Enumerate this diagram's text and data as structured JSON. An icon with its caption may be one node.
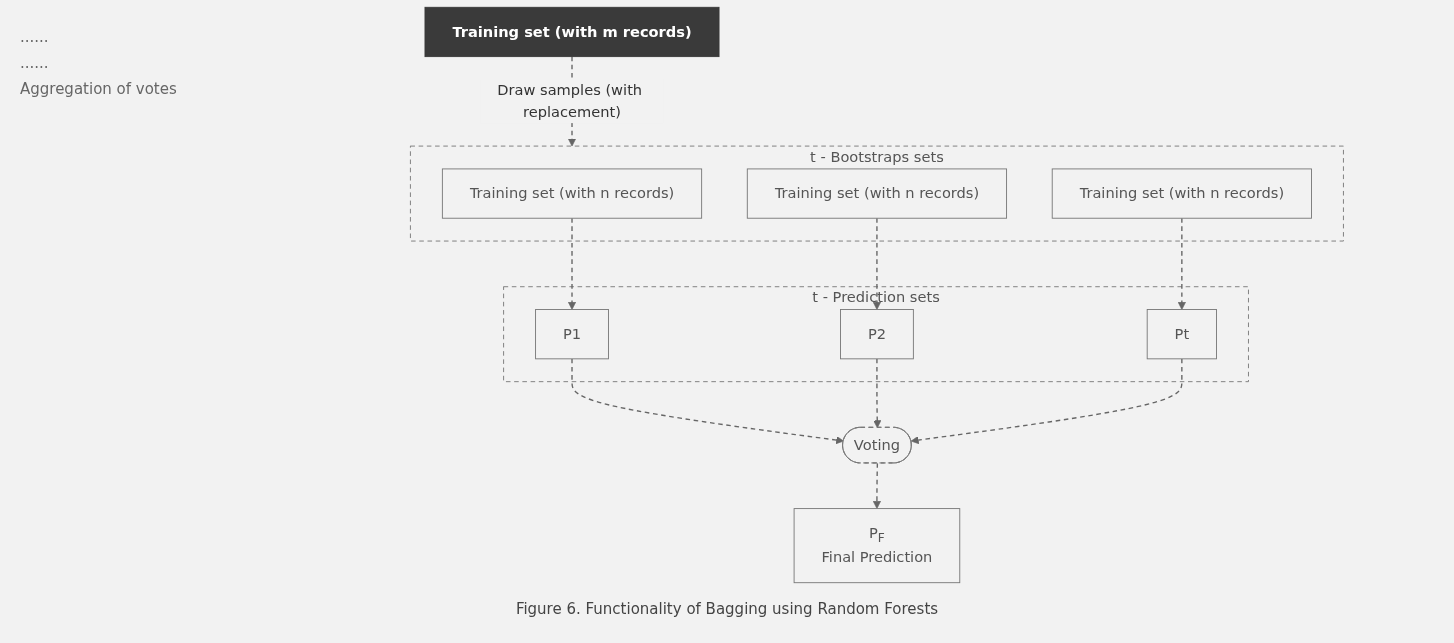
{
  "diagram": {
    "caption": "Figure 6. Functionality of Bagging using Random Forests",
    "nodes": [
      {
        "text": [
          "Training set (with m records)"
        ]
      },
      {
        "text": [
          "t - Bootstraps sets"
        ]
      },
      {
        "text": [
          "Training set (with n records)"
        ],
        "in": 1
      },
      {
        "text": [
          "Training set (with n records)"
        ],
        "in": 1
      },
      {
        "text": [
          "Training set (with n records)"
        ],
        "in": 1
      },
      {
        "text": [
          "t - Prediction sets"
        ]
      },
      {
        "text": [
          "P1"
        ],
        "in": 5
      },
      {
        "text": [
          "P2"
        ],
        "in": 5
      },
      {
        "text": [
          "Pt"
        ],
        "in": 5
      },
      {
        "text": [
          "Voting"
        ]
      },
      {
        "text": [
          "P$_{F}$",
          "Final Prediction"
        ]
      }
    ],
    "edges": [
      {
        "from": 0,
        "to": 1,
        "arrow": "to",
        "style": "dashed",
        "label": "Draw samples (with replacement)"
      },
      {
        "from": 2,
        "to": 6,
        "arrow": "to",
        "style": "dashed"
      },
      {
        "from": 3,
        "to": 7,
        "arrow": "to",
        "style": "dashed"
      },
      {
        "from": 4,
        "to": 8,
        "arrow": "to",
        "style": "dashed"
      },
      {
        "from": 6,
        "to": 9,
        "arrow": "to",
        "style": "dashed"
      },
      {
        "from": 7,
        "to": 9,
        "arrow": "to",
        "style": "dashed"
      },
      {
        "from": 8,
        "to": 9,
        "arrow": "to",
        "style": "dashed"
      },
      {
        "from": 9,
        "to": 10,
        "arrow": "to",
        "style": "dashed"
      }
    ],
    "labels": [
      "......",
      "......",
      "Aggregation of votes"
    ]
  }
}
